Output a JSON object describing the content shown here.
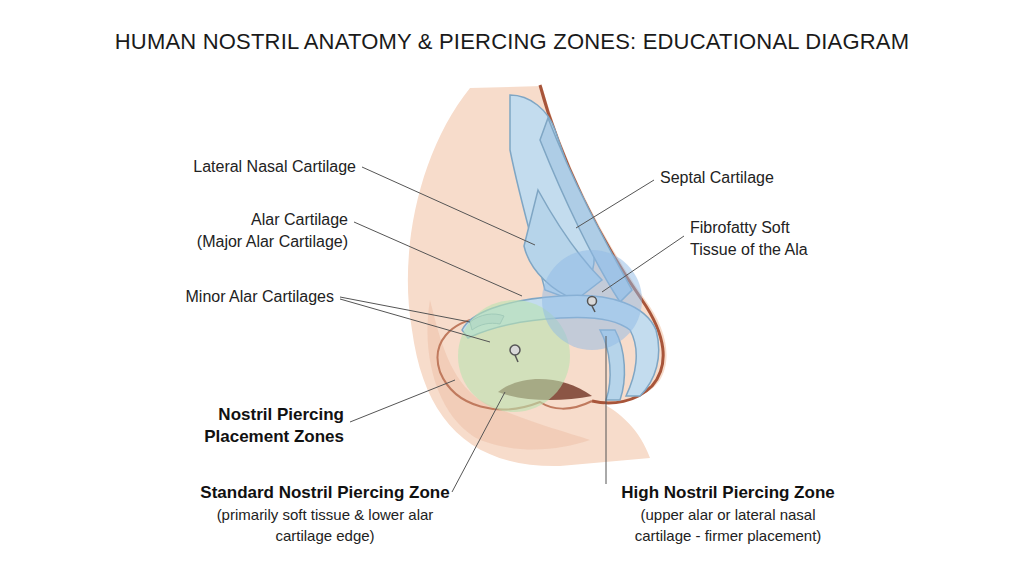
{
  "diagram": {
    "title": "HUMAN NOSTRIL ANATOMY & PIERCING ZONES: EDUCATIONAL DIAGRAM",
    "labels": [
      "Lateral Nasal Cartilage",
      "Alar Cartilage",
      "(Major Alar Cartilage)",
      "Minor Alar Cartilages",
      "Nostril Piercing Placement Zones",
      "Standard Nostril Piercing Zone",
      "(primarily soft tissue & lower alar cartilage edge)",
      "High Nostril Piercing Zone",
      "(upper alar or lateral nasal cartilage - firmer placement)",
      "Septal Cartilage",
      "Fibrofatty Soft Tissue of the Ala"
    ]
  }
}
